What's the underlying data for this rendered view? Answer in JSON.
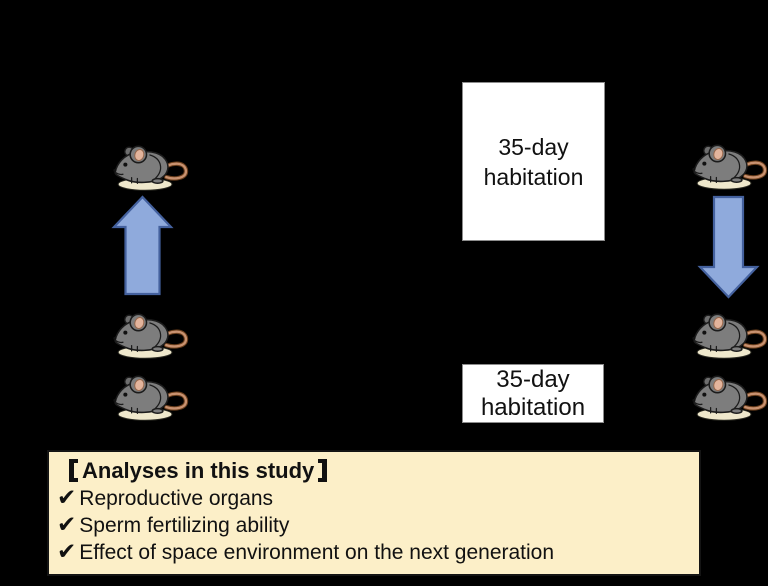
{
  "habitation_boxes": {
    "top": {
      "label": "35-day\nhabitation"
    },
    "bottom": {
      "label": "35-day\nhabitation"
    }
  },
  "analyses_panel": {
    "title": "【Analyses in this study】",
    "title_text": "Analyses in this study",
    "checkmark": "✔",
    "items": [
      "Reproductive organs",
      "Sperm fertilizing ability",
      "Effect of space environment on the next generation"
    ]
  },
  "icons": {
    "mouse": "mouse-illustration",
    "up_arrow": "block-arrow-up",
    "down_arrow": "block-arrow-down"
  },
  "colors": {
    "canvas-bg": "#000000",
    "box-bg": "#FFFFFF",
    "box-border": "#8C8C8C",
    "text": "#111111",
    "panel-bg": "#FCEFC8",
    "panel-border": "#141414",
    "arrow-fill": "#8FAADC",
    "arrow-stroke": "#44619E",
    "mouse-body": "#7D7D7D",
    "mouse-ear-inner": "#E3B49C",
    "mouse-tail": "#C99270",
    "mouse-shadow": "#EFE8CC"
  }
}
